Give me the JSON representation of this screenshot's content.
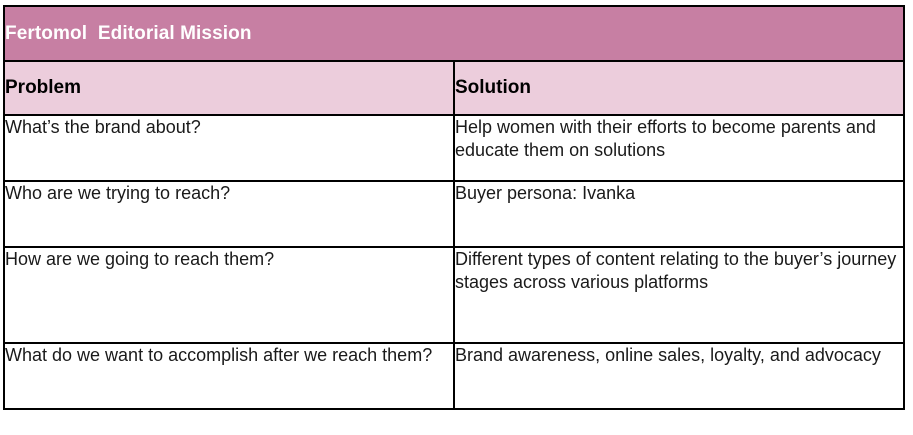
{
  "document": {
    "title": "Fertomol  Editorial Mission",
    "colors": {
      "title_banner_bg": "#c77fa3",
      "title_banner_text": "#ffffff",
      "column_header_bg": "#eccddc",
      "column_header_text": "#000000",
      "cell_bg": "#ffffff",
      "cell_text": "#1a1a1a",
      "border": "#000000"
    }
  },
  "table": {
    "columns": [
      {
        "label": "Problem"
      },
      {
        "label": "Solution"
      }
    ],
    "rows": [
      {
        "problem": "What’s the brand about?",
        "solution": "Help women with their efforts to become parents and educate them on solutions"
      },
      {
        "problem": "Who are we trying to reach?",
        "solution": "Buyer persona: Ivanka"
      },
      {
        "problem": "How are we going to reach them?",
        "solution": "Different types of content relating to the buyer’s journey stages across various platforms"
      },
      {
        "problem": "What do we want to accomplish after we reach them?",
        "solution": "Brand awareness, online sales, loyalty, and advocacy"
      }
    ]
  }
}
